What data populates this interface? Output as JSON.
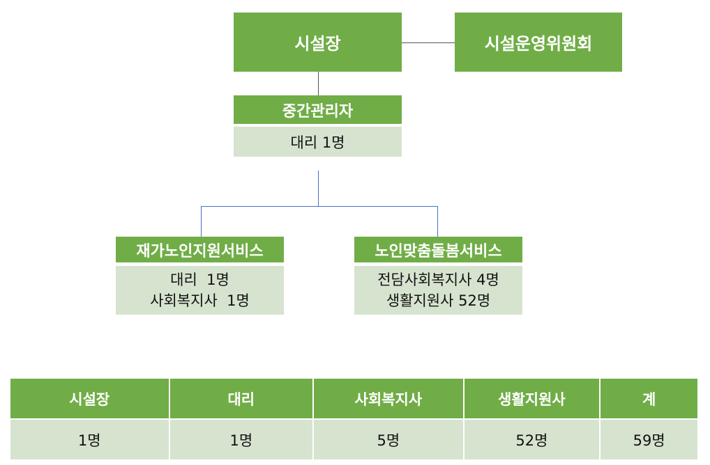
{
  "chart": {
    "head": {
      "title": "시설장"
    },
    "committee": {
      "title": "시설운영위원회"
    },
    "middle": {
      "title": "중간관리자",
      "staff": "대리 1명"
    },
    "branches": [
      {
        "title": "재가노인지원서비스",
        "staff": [
          "대리  1명",
          "사회복지사  1명"
        ]
      },
      {
        "title": "노인맞춤돌봄서비스",
        "staff": [
          "전담사회복지사 4명",
          "생활지원사 52명"
        ]
      }
    ]
  },
  "table": {
    "headers": [
      "시설장",
      "대리",
      "사회복지사",
      "생활지원사",
      "계"
    ],
    "values": [
      "1명",
      "1명",
      "5명",
      "52명",
      "59명"
    ]
  },
  "colors": {
    "green": "#70AD47",
    "light": "#D6E3CF",
    "blue": "#4472C4"
  }
}
